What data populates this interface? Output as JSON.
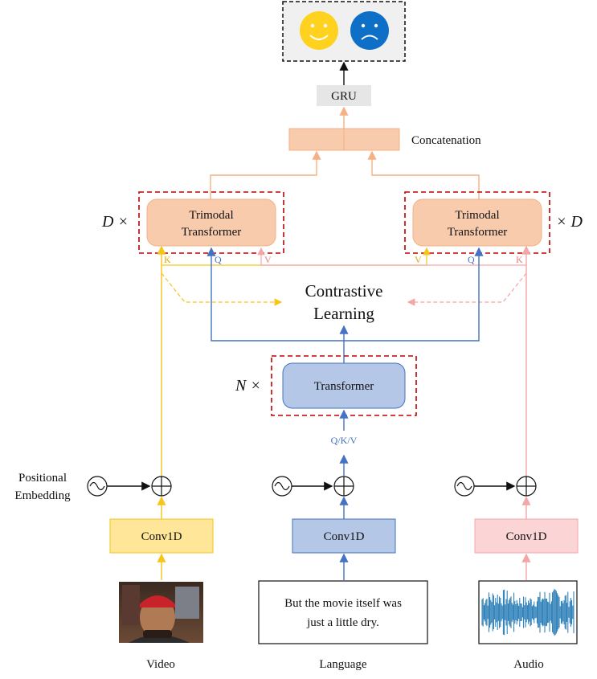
{
  "output": {
    "positive": "happy-face-icon",
    "negative": "sad-face-icon"
  },
  "gru": {
    "label": "GRU"
  },
  "concat": {
    "label": "Concatenation"
  },
  "trimodal_left": {
    "label_1": "Trimodal",
    "label_2": "Transformer",
    "repeat": "D ×",
    "inputs": {
      "k": "K",
      "q": "Q"
    }
  },
  "trimodal_right": {
    "label_1": "Trimodal",
    "label_2": "Transformer",
    "repeat": "× D",
    "inputs": {
      "v": "V",
      "q": "Q",
      "k": "K"
    }
  },
  "left_v_label": "V",
  "right_v_label": "V",
  "contrastive": {
    "line_1": "Contrastive",
    "line_2": "Learning"
  },
  "transformer": {
    "label": "Transformer",
    "repeat": "N ×",
    "input": "Q/K/V"
  },
  "positional_embedding": {
    "line_1": "Positional",
    "line_2": "Embedding"
  },
  "branches": {
    "video": {
      "conv": "Conv1D",
      "name": "Video"
    },
    "language": {
      "conv": "Conv1D",
      "name": "Language",
      "text_1": "But the movie itself was",
      "text_2": "just a little dry."
    },
    "audio": {
      "conv": "Conv1D",
      "name": "Audio"
    }
  },
  "colors": {
    "video": "#f5c518",
    "language": "#4472c4",
    "audio": "#f4a6a6",
    "trimodal": "#f8cbad",
    "concat": "#f8cbad",
    "dashed_red": "#c00000"
  }
}
